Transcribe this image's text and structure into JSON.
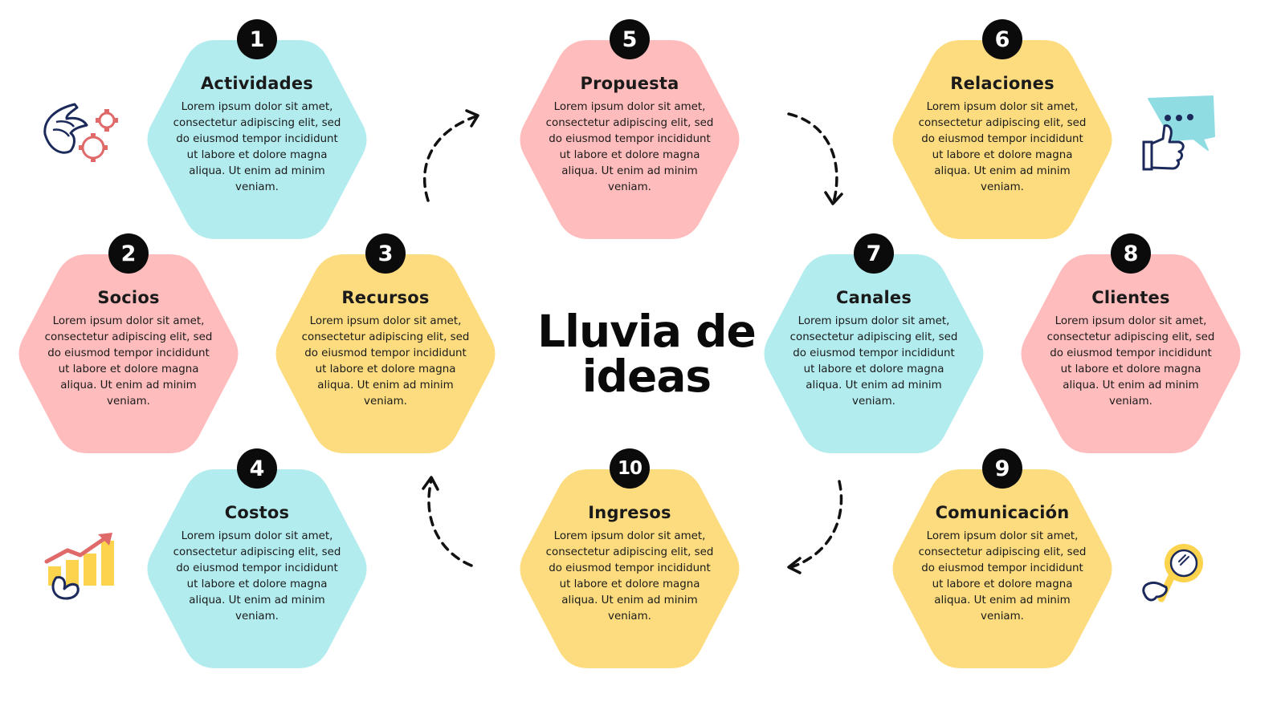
{
  "title": "Lluvia de ideas",
  "colors": {
    "blue": "#b3ecef",
    "pink": "#ffbcbc",
    "yellow": "#fcdc7e",
    "badge": "#0b0b0b"
  },
  "cards": [
    {
      "number": "1",
      "title": "Actividades",
      "color": "blue",
      "text": "Lorem ipsum dolor sit amet, consectetur adipiscing elit, sed do eiusmod tempor incididunt ut labore et dolore magna aliqua. Ut enim ad minim veniam."
    },
    {
      "number": "2",
      "title": "Socios",
      "color": "pink",
      "text": "Lorem ipsum dolor sit amet, consectetur adipiscing elit, sed do eiusmod tempor incididunt ut labore et dolore magna aliqua. Ut enim ad minim veniam."
    },
    {
      "number": "3",
      "title": "Recursos",
      "color": "yellow",
      "text": "Lorem ipsum dolor sit amet, consectetur adipiscing elit, sed do eiusmod tempor incididunt ut labore et dolore magna aliqua. Ut enim ad minim veniam."
    },
    {
      "number": "4",
      "title": "Costos",
      "color": "blue",
      "text": "Lorem ipsum dolor sit amet, consectetur adipiscing elit, sed do eiusmod tempor incididunt ut labore et dolore magna aliqua. Ut enim ad minim veniam."
    },
    {
      "number": "5",
      "title": "Propuesta",
      "color": "pink",
      "text": "Lorem ipsum dolor sit amet, consectetur adipiscing elit, sed do eiusmod tempor incididunt ut labore et dolore magna aliqua. Ut enim ad minim veniam."
    },
    {
      "number": "6",
      "title": "Relaciones",
      "color": "yellow",
      "text": "Lorem ipsum dolor sit amet, consectetur adipiscing elit, sed do eiusmod tempor incididunt ut labore et dolore magna aliqua. Ut enim ad minim veniam."
    },
    {
      "number": "7",
      "title": "Canales",
      "color": "blue",
      "text": "Lorem ipsum dolor sit amet, consectetur adipiscing elit, sed do eiusmod tempor incididunt ut labore et dolore magna aliqua. Ut enim ad minim veniam."
    },
    {
      "number": "8",
      "title": "Clientes",
      "color": "pink",
      "text": "Lorem ipsum dolor sit amet, consectetur adipiscing elit, sed do eiusmod tempor incididunt ut labore et dolore magna aliqua. Ut enim ad minim veniam."
    },
    {
      "number": "9",
      "title": "Comunicación",
      "color": "yellow",
      "text": "Lorem ipsum dolor sit amet, consectetur adipiscing elit, sed do eiusmod tempor incididunt ut labore et dolore magna aliqua. Ut enim ad minim veniam."
    },
    {
      "number": "10",
      "title": "Ingresos",
      "color": "yellow",
      "text": "Lorem ipsum dolor sit amet, consectetur adipiscing elit, sed do eiusmod tempor incididunt ut labore et dolore magna aliqua. Ut enim ad minim veniam."
    }
  ],
  "illustrations": [
    "hand-gears-icon",
    "thumbs-up-chat-icon",
    "growth-chart-icon",
    "magnifier-hand-icon"
  ]
}
